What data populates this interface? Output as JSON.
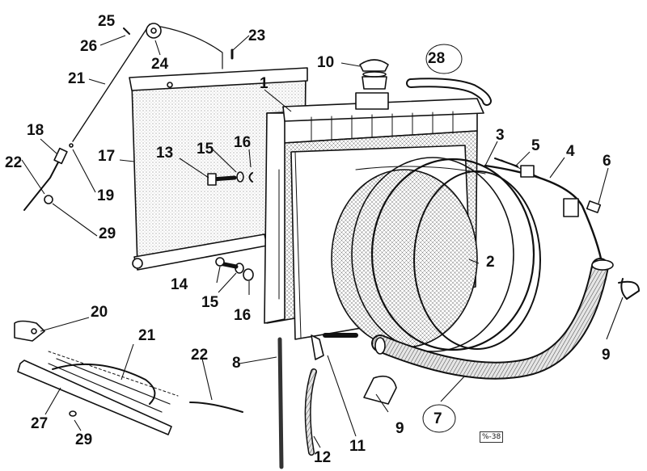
{
  "callouts": {
    "c1": "1",
    "c2": "2",
    "c3": "3",
    "c4": "4",
    "c5": "5",
    "c6": "6",
    "c7": "7",
    "c8": "8",
    "c9a": "9",
    "c9b": "9",
    "c10": "10",
    "c11": "11",
    "c12": "12",
    "c13": "13",
    "c14": "14",
    "c15a": "15",
    "c15b": "15",
    "c16a": "16",
    "c16b": "16",
    "c17": "17",
    "c18": "18",
    "c19": "19",
    "c20": "20",
    "c21a": "21",
    "c21b": "21",
    "c22a": "22",
    "c22b": "22",
    "c23": "23",
    "c24": "24",
    "c25": "25",
    "c26": "26",
    "c27": "27",
    "c28": "28",
    "c29a": "29",
    "c29b": "29"
  },
  "reference_code": "%-38",
  "colors": {
    "ink": "#111111",
    "paper": "#ffffff",
    "shade": "#cfcfcf"
  }
}
